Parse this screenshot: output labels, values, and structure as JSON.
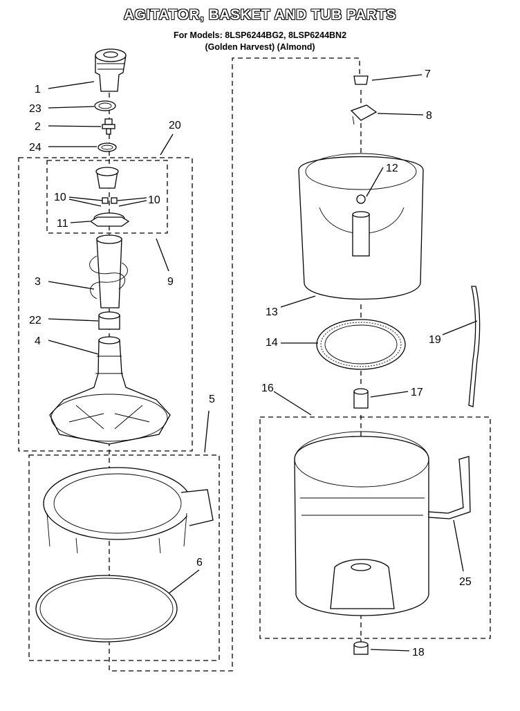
{
  "title": "AGITATOR, BASKET AND TUB PARTS",
  "subtitle_models": "For Models: 8LSP6244BG2, 8LSP6244BN2",
  "subtitle_colors": "(Golden Harvest) (Almond)",
  "callouts": [
    "1",
    "23",
    "2",
    "24",
    "20",
    "10",
    "10",
    "11",
    "9",
    "3",
    "22",
    "4",
    "5",
    "6",
    "7",
    "8",
    "12",
    "13",
    "14",
    "16",
    "17",
    "19",
    "25",
    "18"
  ]
}
